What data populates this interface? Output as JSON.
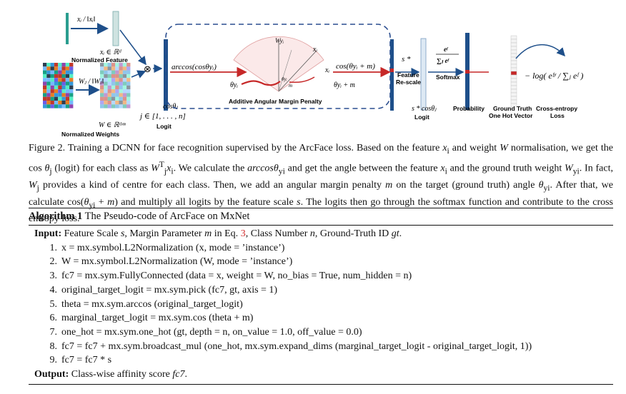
{
  "figure": {
    "labels": {
      "norm_feature_frac": "xᵢ / ‖xᵢ‖",
      "norm_feature_dim": "xᵢ ∈ ℝᵈ",
      "norm_feature_title": "Normalized Feature",
      "norm_weight_frac": "Wⱼ / ‖Wⱼ‖",
      "norm_weight_dim": "W ∈ ℝᵈˣⁿ",
      "norm_weight_title": "Normalized Weights",
      "otimes": "⊗",
      "cos_theta_j": "cosθⱼ",
      "j_range": "j ∈ [1, . . . , n]",
      "logit_left": "Logit",
      "arccos": "arccos(cosθyᵢ)",
      "theta_yi": "θyᵢ",
      "w_yi": "Wyᵢ",
      "x_i_arc": "xᵢ",
      "x_i_small": "xᵢ",
      "theta_small": "θyᵢ",
      "m_small": "m",
      "margin_title": "Additive Angular Margin Penalty",
      "cos_theta_m": "cos(θyᵢ + m)",
      "theta_plus_m": "θyᵢ + m",
      "s_star": "s *",
      "feature_rescale_1": "Feature",
      "feature_rescale_2": "Re-scale",
      "s_cos": "s * cosθⱼ",
      "logit_right": "Logit",
      "softmax_num": "eᶠ",
      "softmax_den": "∑ⱼ eᶠ",
      "softmax": "Softmax",
      "probability": "Probability",
      "ground_truth_1": "Ground Truth",
      "ground_truth_2": "One Hot Vector",
      "ce_1": "Cross-entropy",
      "ce_2": "Loss",
      "loss_formula": "− log( eᶠʸ / ∑ⱼ eᶠ )"
    }
  },
  "caption": {
    "p1": "Figure 2. Training a DCNN for face recognition supervised by the ArcFace loss. Based on the feature ",
    "v_xi": "x",
    "sub_i": "i",
    "p2": " and weight ",
    "v_W": "W",
    "p3": " normalisation, we get the cos ",
    "v_theta": "θ",
    "sub_j": "j",
    "p4": " (logit) for each class as ",
    "v_WjT": "W",
    "sup_T": "T",
    "p5": ". We calculate the ",
    "v_arccos": "arccosθ",
    "sub_yi": "yi",
    "p6": " and get the angle between the feature ",
    "p7": " and the ground truth weight ",
    "p8": ". In fact, ",
    "p9": " provides a kind of centre for each class. Then, we add an angular margin penalty ",
    "v_m": "m",
    "p10": " on the target (ground truth) angle ",
    "p11": ". After that, we calculate cos(",
    "p12": " + ",
    "p13": ") and multiply all logits by the feature scale ",
    "v_s": "s",
    "p14": ". The logits then go through the softmax function and contribute to the cross entropy loss."
  },
  "algorithm": {
    "label": "Algorithm 1",
    "title": " The Pseudo-code of ArcFace on MxNet",
    "input_label": "Input:",
    "input_text_1": " Feature Scale ",
    "input_s": "s",
    "input_text_2": ", Margin Parameter ",
    "input_m": "m",
    "input_text_3": " in Eq. ",
    "input_eq": "3",
    "input_text_4": ", Class Number ",
    "input_n": "n",
    "input_text_5": ", Ground-Truth ID ",
    "input_gt": "gt",
    "input_text_6": ".",
    "steps": [
      {
        "num": "1.",
        "text": "x = mx.symbol.L2Normalization (x, mode = ’instance’)"
      },
      {
        "num": "2.",
        "text": "W = mx.symbol.L2Normalization (W, mode = ’instance’)"
      },
      {
        "num": "3.",
        "text": "fc7 = mx.sym.FullyConnected (data = x, weight = W, no_bias = True, num_hidden = n)"
      },
      {
        "num": "4.",
        "text": "original_target_logit = mx.sym.pick (fc7, gt, axis = 1)"
      },
      {
        "num": "5.",
        "text": "theta = mx.sym.arccos (original_target_logit)"
      },
      {
        "num": "6.",
        "text": "marginal_target_logit = mx.sym.cos (theta + m)"
      },
      {
        "num": "7.",
        "text": "one_hot = mx.sym.one_hot (gt, depth = n, on_value = 1.0, off_value = 0.0)"
      },
      {
        "num": "8.",
        "text": "fc7 = fc7 + mx.sym.broadcast_mul (one_hot, mx.sym.expand_dims (marginal_target_logit - original_target_logit, 1))"
      },
      {
        "num": "9.",
        "text": "fc7 = fc7 * s"
      }
    ],
    "output_label": "Output:",
    "output_text_1": " Class-wise affinity score ",
    "output_fc7": "fc7",
    "output_text_2": "."
  }
}
